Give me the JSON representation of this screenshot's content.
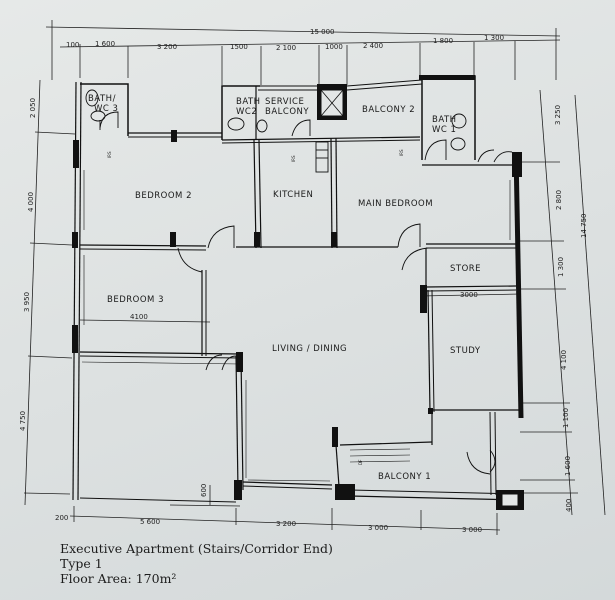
{
  "plan": {
    "top_dimensions": {
      "overall": "15 000",
      "segments": [
        "100",
        "1 600",
        "3 200",
        "1500",
        "2 100",
        "1000",
        "2 400",
        "1 800",
        "1 300"
      ]
    },
    "bottom_dimensions": {
      "segments": [
        "200",
        "5 600",
        "3 200",
        "3 000",
        "3 000"
      ]
    },
    "left_dimensions": {
      "segments": [
        "2 050",
        "4 000",
        "3 950",
        "4 750"
      ]
    },
    "right_dimensions": {
      "overall": "14 750",
      "segments": [
        "3 250",
        "2 800",
        "1 300",
        "4 100",
        "1 100",
        "1 600",
        "400"
      ]
    },
    "rooms": {
      "bath_wc3": [
        "BATH/",
        "WC 3"
      ],
      "bath_wc2": [
        "BATH",
        "WC2"
      ],
      "service_balcony": [
        "SERVICE",
        "BALCONY"
      ],
      "balcony2": "BALCONY 2",
      "bath_wc1": [
        "BATH",
        "WC 1"
      ],
      "bedroom2": "BEDROOM 2",
      "kitchen": "KITCHEN",
      "main_bedroom": "MAIN BEDROOM",
      "store": "STORE",
      "bedroom3": "BEDROOM 3",
      "living_dining": "LIVING / DINING",
      "study": "STUDY",
      "balcony1": "BALCONY 1"
    },
    "inner_dimensions": {
      "bedroom3_width": "4100",
      "study_width": "3000",
      "ledge": "600"
    }
  },
  "caption": {
    "title": "Executive Apartment (Stairs/Corridor End)",
    "type": "Type 1",
    "floor_area": "Floor Area: 170m²"
  }
}
